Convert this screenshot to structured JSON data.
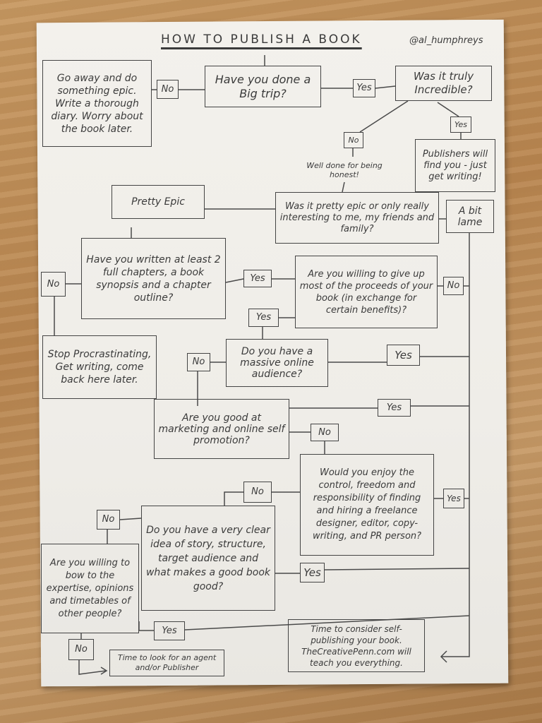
{
  "title": "HOW TO PUBLISH A BOOK",
  "handle": "@al_humphreys",
  "nodes": {
    "go_away": "Go away and do something epic. Write a thorough diary. Worry about the book later.",
    "big_trip": "Have you done a Big trip?",
    "truly_incredible": "Was it truly Incredible?",
    "publishers_find": "Publishers will find you - just get writing!",
    "well_done": "Well done for being honest!",
    "pretty_epic": "Pretty Epic",
    "pretty_epic_q": "Was it pretty epic or only really interesting to me, my friends and family?",
    "bit_lame": "A bit lame",
    "written_chapters": "Have you written at least 2 full chapters, a book synopsis and a chapter outline?",
    "give_up_proceeds": "Are you willing to give up most of the proceeds of your book (in exchange for certain benefits)?",
    "stop_procrastinating": "Stop Procrastinating, Get writing, come back here later.",
    "online_audience": "Do you have a massive online audience?",
    "good_marketing": "Are you good at marketing and online self promotion?",
    "enjoy_control": "Would you enjoy the control, freedom and responsibility of finding and hiring a freelance designer, editor, copy-writing, and PR person?",
    "clear_idea": "Do you have a very clear idea of story, structure, target audience and what makes a good book good?",
    "bow_expertise": "Are you willing to bow to the expertise, opinions and timetables of other people?",
    "find_agent": "Time to look for an agent and/or Publisher",
    "self_publish": "Time to consider self-publishing your book. TheCreativePenn.com will teach you everything."
  },
  "labels": {
    "yes": "Yes",
    "no": "No"
  }
}
